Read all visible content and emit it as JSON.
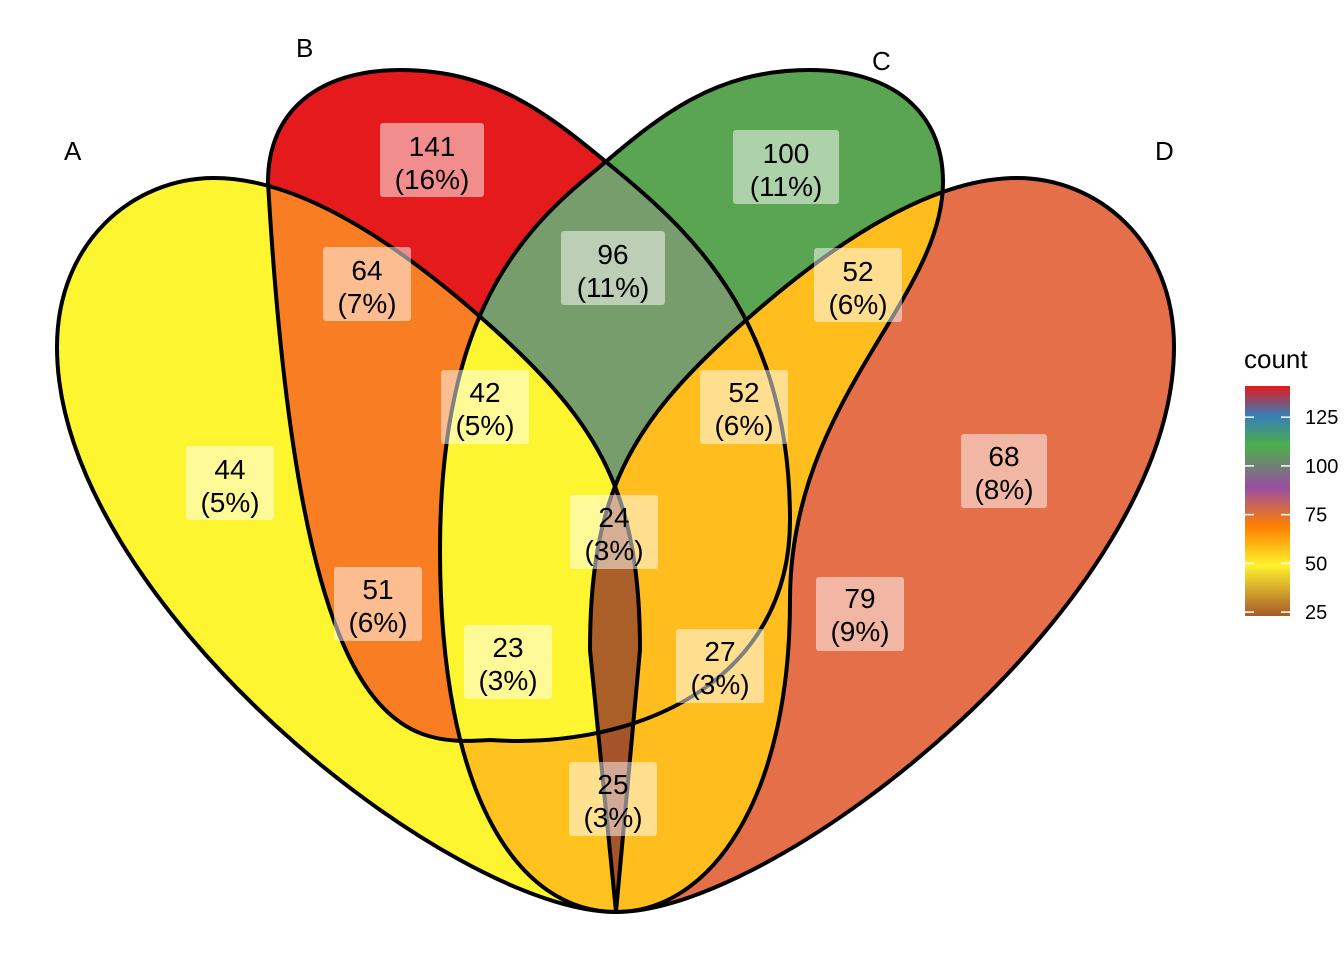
{
  "chart_data": {
    "type": "venn",
    "sets": [
      "A",
      "B",
      "C",
      "D"
    ],
    "regions": [
      {
        "sets": "A",
        "count": 44,
        "percent": "(5%)",
        "color": "#FCF52F"
      },
      {
        "sets": "B",
        "count": 141,
        "percent": "(16%)",
        "color": "#E41A1C"
      },
      {
        "sets": "C",
        "count": 100,
        "percent": "(11%)",
        "color": "#5AA552"
      },
      {
        "sets": "D",
        "count": 68,
        "percent": "(8%)",
        "color": "#E56F48"
      },
      {
        "sets": "A,B",
        "count": 64,
        "percent": "(7%)",
        "color": "#F97D22"
      },
      {
        "sets": "B,C",
        "count": 96,
        "percent": "(11%)",
        "color": "#789D6D"
      },
      {
        "sets": "C,D",
        "count": 52,
        "percent": "(6%)",
        "color": "#FFBE1E"
      },
      {
        "sets": "A,B,C",
        "count": 42,
        "percent": "(5%)",
        "color": "#FCF52F"
      },
      {
        "sets": "B,C,D",
        "count": 52,
        "percent": "(6%)",
        "color": "#FFBE1E"
      },
      {
        "sets": "A,C",
        "count": 51,
        "percent": "(6%)",
        "color": "#FFC21F"
      },
      {
        "sets": "A,B,C,D",
        "count": 24,
        "percent": "(3%)",
        "color": "#AA5E28"
      },
      {
        "sets": "B,D",
        "count": 79,
        "percent": "(9%)",
        "color": "#AA5390"
      },
      {
        "sets": "A,C,D",
        "count": 23,
        "percent": "(3%)",
        "color": "#A5532A"
      },
      {
        "sets": "A,B,D",
        "count": 27,
        "percent": "(3%)",
        "color": "#BA792E"
      },
      {
        "sets": "A,D",
        "count": 25,
        "percent": "(3%)",
        "color": "#AC6428"
      }
    ],
    "legend": {
      "title": "count",
      "ticks": [
        25,
        50,
        75,
        100,
        125
      ],
      "range": [
        23,
        141
      ],
      "colors": [
        "#A6592A",
        "#FFF22E",
        "#FF7F00",
        "#984EA3",
        "#4DAF4A",
        "#377EB8",
        "#E41A1C"
      ]
    }
  }
}
